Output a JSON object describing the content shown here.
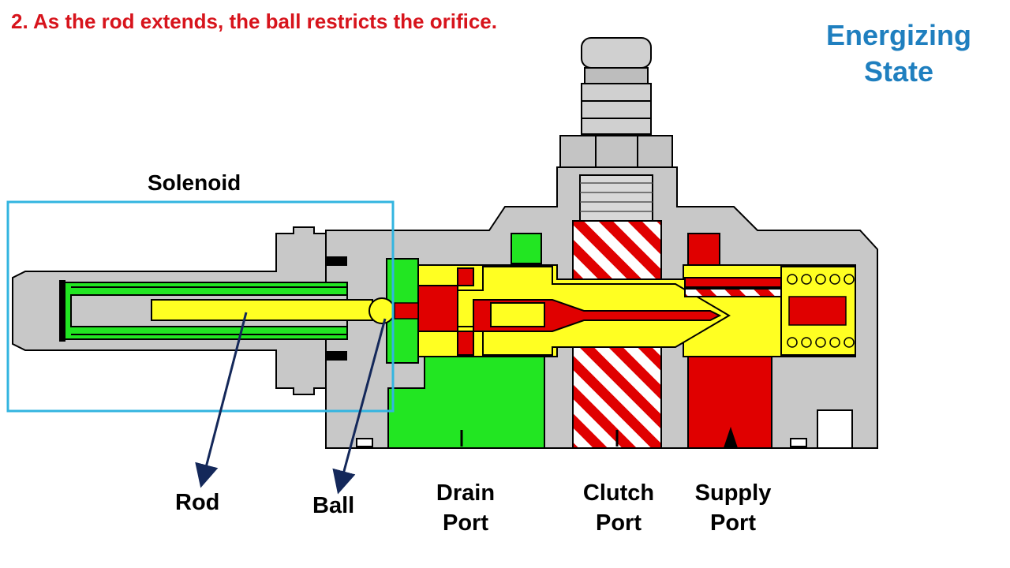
{
  "caption": "2. As the rod extends, the ball restricts the orifice.",
  "state": {
    "line1": "Energizing",
    "line2": "State"
  },
  "labels": {
    "solenoid": "Solenoid",
    "rod": "Rod",
    "ball": "Ball",
    "drain": {
      "line1": "Drain",
      "line2": "Port"
    },
    "clutch": {
      "line1": "Clutch",
      "line2": "Port"
    },
    "supply": {
      "line1": "Supply",
      "line2": "Port"
    }
  },
  "colors": {
    "caption": "#d7141c",
    "state_title": "#1f7fbf",
    "housing": "#c8c8c8",
    "drain_oil": "#22e622",
    "supply_oil": "#e00000",
    "regulated_oil": "#ffff22",
    "solenoid_box": "#33b5e0",
    "arrow": "#14285a"
  }
}
